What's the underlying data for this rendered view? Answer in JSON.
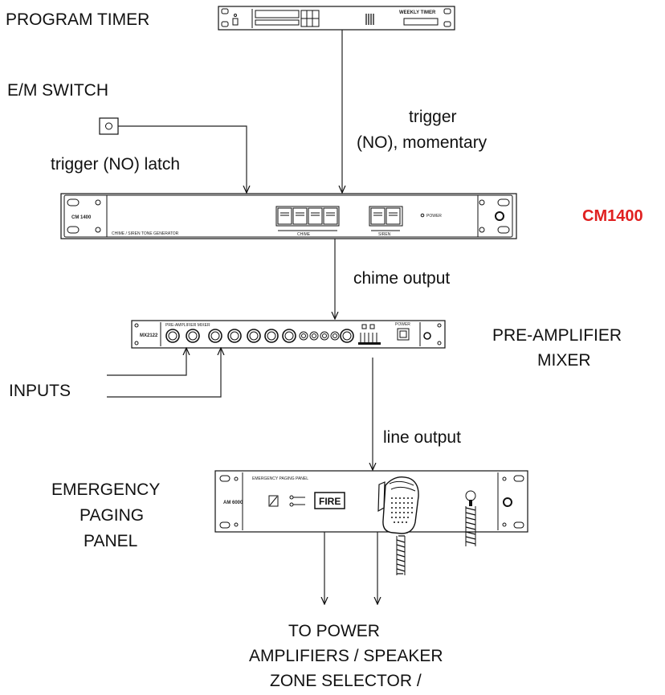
{
  "labels": {
    "program_timer": "PROGRAM TIMER",
    "em_switch": "E/M SWITCH",
    "trigger_latch": "trigger (NO) latch",
    "trigger_momentary_1": "trigger",
    "trigger_momentary_2": "(NO), momentary",
    "cm1400": "CM1400",
    "chime_output": "chime output",
    "preamp_1": "PRE-AMPLIFIER",
    "preamp_2": "MIXER",
    "inputs": "INPUTS",
    "line_output": "line output",
    "emergency_1": "EMERGENCY",
    "emergency_2": "PAGING",
    "emergency_3": "PANEL",
    "to_power_1": "TO POWER",
    "to_power_2": "AMPLIFIERS / SPEAKER",
    "to_power_3": "ZONE SELECTOR /"
  },
  "devices": {
    "timer_face": "WEEKLY TIMER",
    "cm1400_model": "CM 1400",
    "cm1400_desc": "CHIME / SIREN TONE GENERATOR",
    "cm1400_chime": "CHIME",
    "cm1400_siren": "SIREN",
    "cm1400_power": "POWER",
    "mixer_model": "MX2122",
    "mixer_header": "PRE-AMPLIFIER MIXER",
    "mixer_power": "POWER",
    "panel_model": "AM 6000",
    "panel_header": "EMERGENCY PAGING PANEL",
    "panel_fire": "FIRE"
  },
  "colors": {
    "accent": "#e02020",
    "line": "#111111"
  }
}
